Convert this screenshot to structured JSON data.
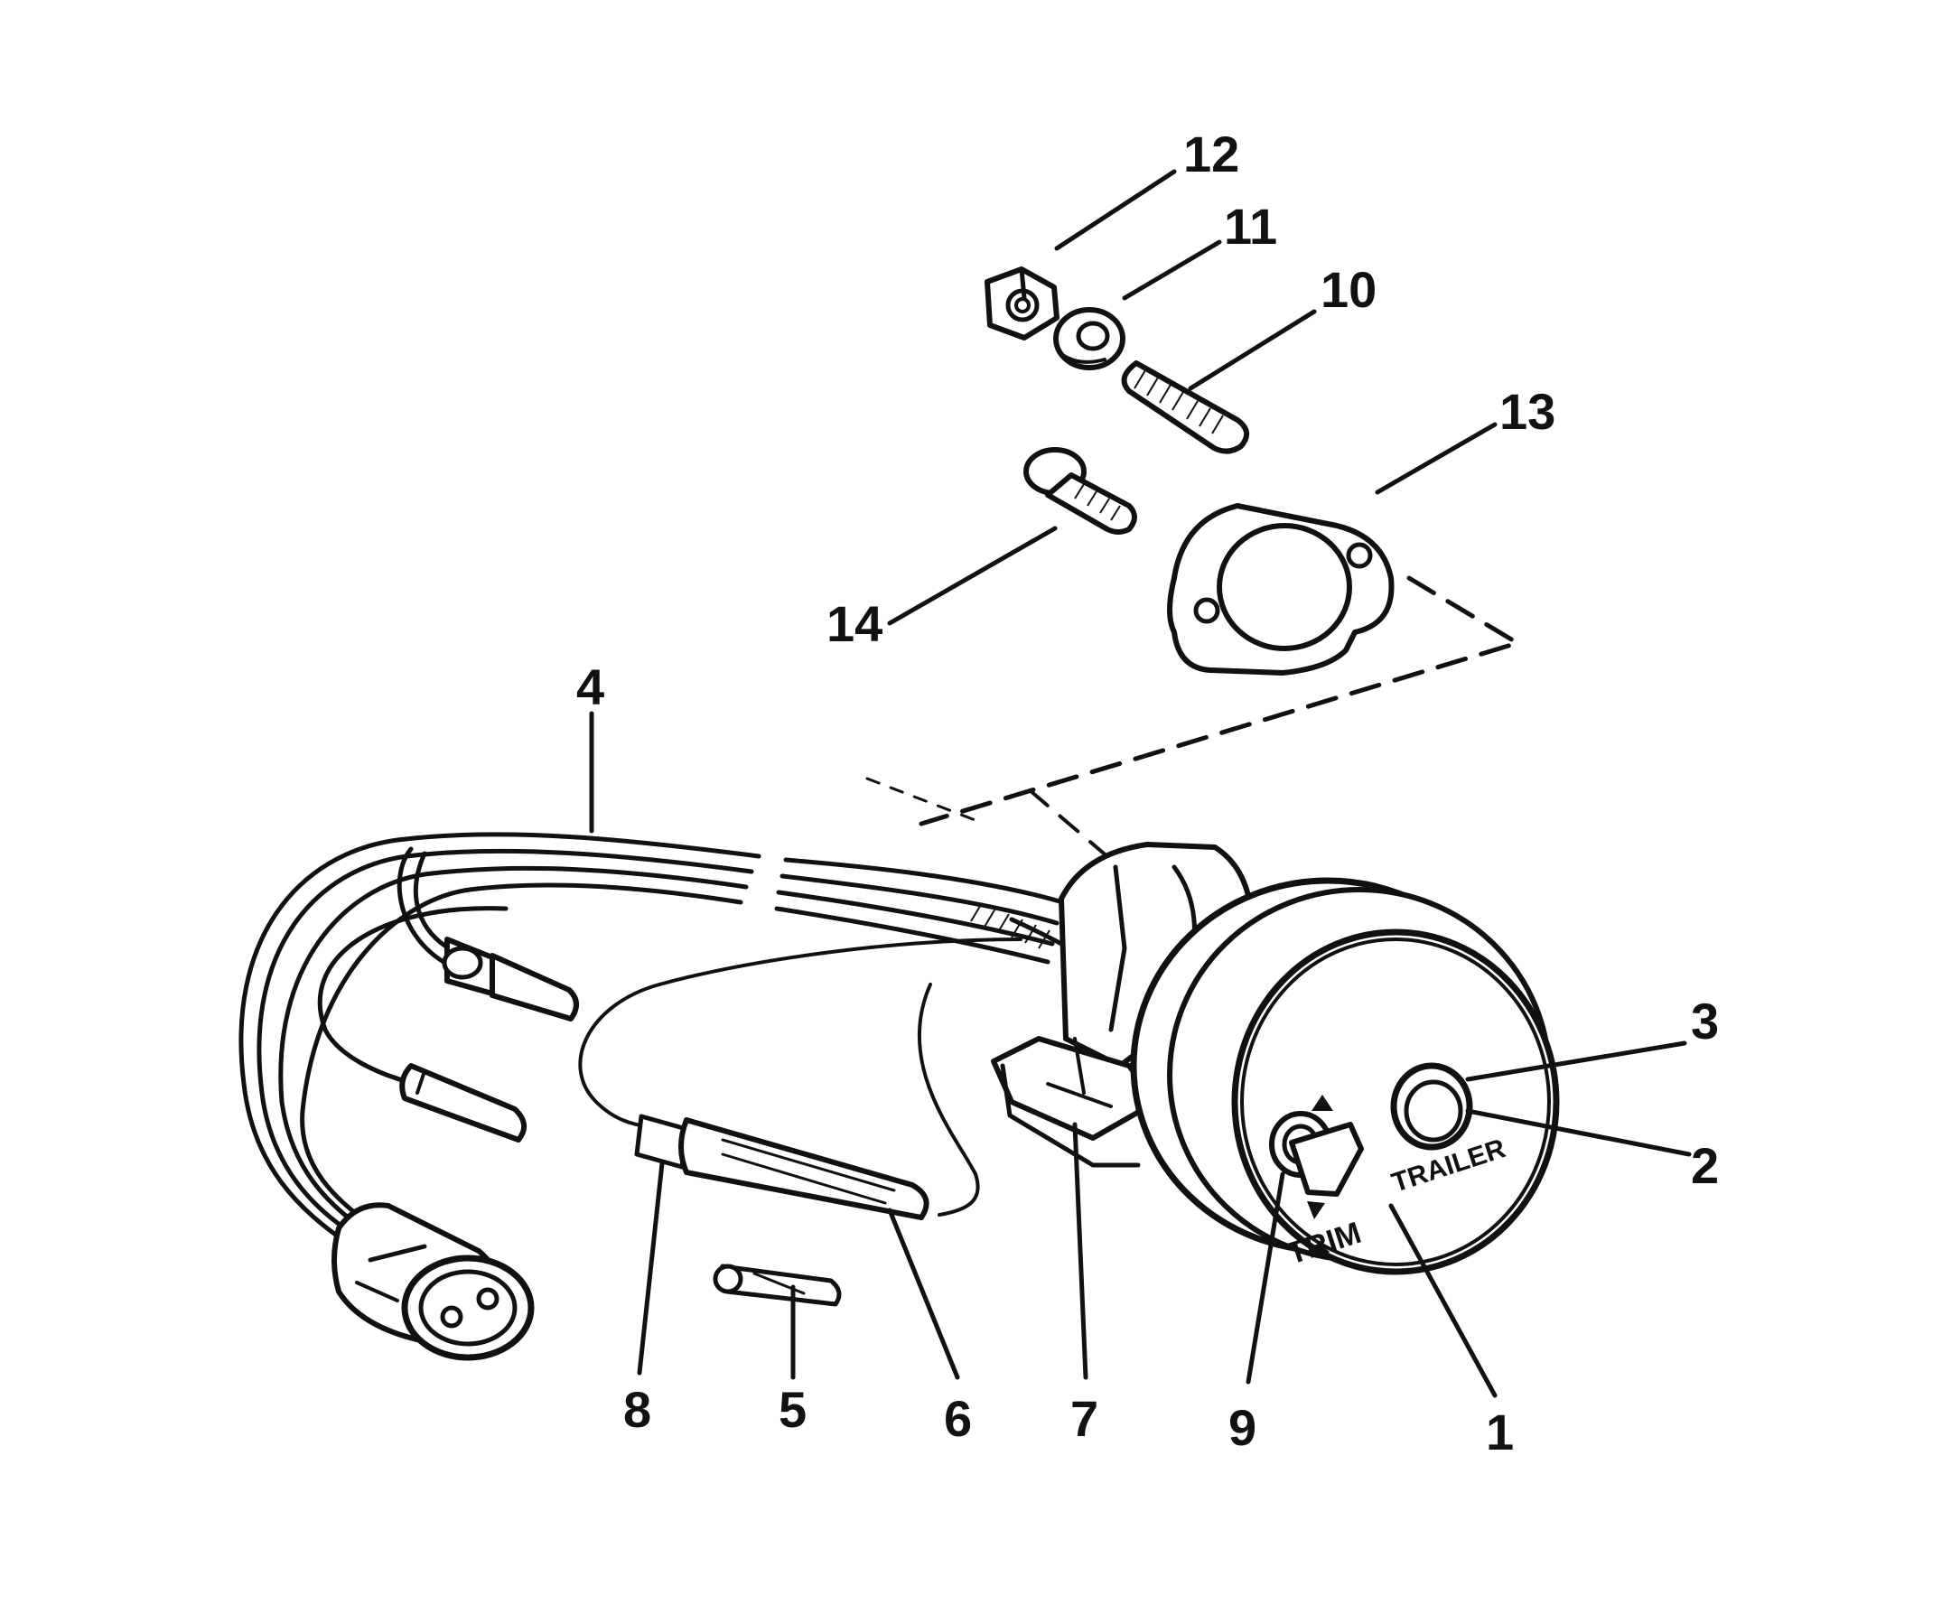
{
  "callouts": {
    "c1": "1",
    "c2": "2",
    "c3": "3",
    "c4": "4",
    "c5": "5",
    "c6": "6",
    "c7": "7",
    "c8": "8",
    "c9": "9",
    "c10": "10",
    "c11": "11",
    "c12": "12",
    "c13": "13",
    "c14": "14"
  },
  "panel": {
    "trim_label": "TRIM",
    "trailer_label": "TRAILER"
  },
  "colors": {
    "ink": "#111111",
    "paper": "#ffffff"
  }
}
